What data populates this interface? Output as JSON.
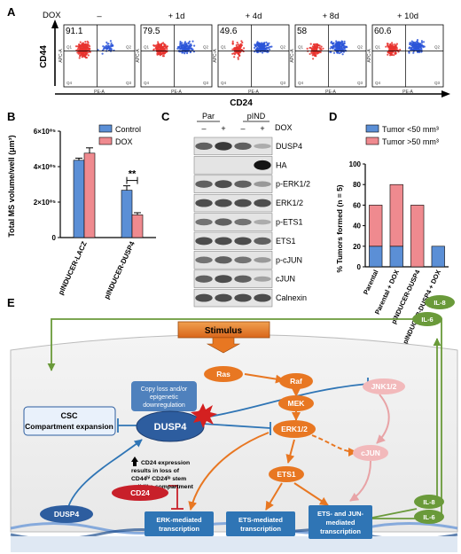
{
  "panels": {
    "A": "A",
    "B": "B",
    "C": "C",
    "D": "D",
    "E": "E"
  },
  "panel_a": {
    "dox_label": "DOX",
    "y_axis_label": "CD44",
    "x_axis_label": "CD24",
    "plot_ylabel": "APC-A",
    "plot_xlabel": "PE-A",
    "quadrant_labels": [
      "Q1",
      "Q2",
      "Q3",
      "Q4"
    ],
    "plots": [
      {
        "condition": "–",
        "percent": "91.1",
        "blue_fraction": 0.15
      },
      {
        "condition": "+ 1d",
        "percent": "79.5",
        "blue_fraction": 0.45
      },
      {
        "condition": "+ 4d",
        "percent": "49.6",
        "blue_fraction": 0.6
      },
      {
        "condition": "+ 8d",
        "percent": "58",
        "blue_fraction": 0.6
      },
      {
        "condition": "+ 10d",
        "percent": "60.6",
        "blue_fraction": 0.55
      }
    ]
  },
  "chart_data": [
    {
      "type": "bar",
      "panel": "B",
      "ylabel": "Total MS volume/well (μm³)",
      "ylim": [
        0,
        600000
      ],
      "yticks": [
        {
          "label": "0",
          "value": 0
        },
        {
          "label": "2×10⁰⁵",
          "value": 200000
        },
        {
          "label": "4×10⁰⁵",
          "value": 400000
        },
        {
          "label": "6×10⁰⁵",
          "value": 600000
        }
      ],
      "categories": [
        "pINDUCER-LACZ",
        "pINDUCER-DUSP4"
      ],
      "series": [
        {
          "name": "Control",
          "color": "#5b8fd6",
          "values": [
            436000,
            267000
          ],
          "errors": [
            12000,
            25000
          ]
        },
        {
          "name": "DOX",
          "color": "#ef8a8f",
          "values": [
            476000,
            128000
          ],
          "errors": [
            30000,
            12000
          ]
        }
      ],
      "annotation": "**",
      "legend_position": "top-right"
    },
    {
      "type": "bar",
      "panel": "D",
      "stacked": true,
      "ylabel": "% Tumors formed (n = 5)",
      "ylim": [
        0,
        100
      ],
      "yticks": [
        0,
        20,
        40,
        60,
        80,
        100
      ],
      "categories": [
        "Parental",
        "Parental + DOX",
        "pINDUCER-DUSP4",
        "pINDUCER-DUSP4 + DOX"
      ],
      "series": [
        {
          "name": "Tumor <50 mm³",
          "color": "#5b8fd6",
          "values": [
            20,
            20,
            0,
            20
          ]
        },
        {
          "name": "Tumor >50 mm³",
          "color": "#ef8a8f",
          "values": [
            40,
            60,
            60,
            0
          ]
        }
      ],
      "legend_position": "top-left"
    }
  ],
  "panel_c": {
    "groups": [
      "Par",
      "pIND"
    ],
    "dox_label": "DOX",
    "dox_states": [
      "–",
      "+",
      "–",
      "+"
    ],
    "blots": [
      {
        "label": "DUSP4",
        "intensity": [
          0.6,
          0.8,
          0.6,
          0.2
        ]
      },
      {
        "label": "HA",
        "intensity": [
          0.0,
          0.0,
          0.0,
          1.0
        ]
      },
      {
        "label": "p-ERK1/2",
        "intensity": [
          0.6,
          0.7,
          0.6,
          0.3
        ]
      },
      {
        "label": "ERK1/2",
        "intensity": [
          0.7,
          0.7,
          0.7,
          0.7
        ]
      },
      {
        "label": "p-ETS1",
        "intensity": [
          0.5,
          0.6,
          0.5,
          0.2
        ]
      },
      {
        "label": "ETS1",
        "intensity": [
          0.7,
          0.7,
          0.7,
          0.6
        ]
      },
      {
        "label": "p-cJUN",
        "intensity": [
          0.5,
          0.6,
          0.5,
          0.3
        ]
      },
      {
        "label": "cJUN",
        "intensity": [
          0.6,
          0.7,
          0.6,
          0.25
        ]
      },
      {
        "label": "Calnexin",
        "intensity": [
          0.7,
          0.7,
          0.7,
          0.7
        ]
      }
    ]
  },
  "panel_e": {
    "stimulus": "Stimulus",
    "ras": "Ras",
    "raf": "Raf",
    "mek": "MEK",
    "erk": "ERK1/2",
    "ets1": "ETS1",
    "cjun": "cJUN",
    "jnk": "JNK1/2",
    "dusp4_main": "DUSP4",
    "dusp4_small": "DUSP4",
    "cd24": "CD24",
    "il8_top": "IL-8",
    "il6_top": "IL-6",
    "il8_bottom": "IL-8",
    "il6_bottom": "IL-6",
    "csc_line1": "CSC",
    "csc_line2": "Compartment expansion",
    "copy_loss_line1": "Copy loss and/or",
    "copy_loss_line2": "epigenetic",
    "copy_loss_line3": "downregulation",
    "cd24_note_line1": "CD24 expression",
    "cd24_note_line2": "results in loss of",
    "cd24_note_line3": "CD44ʰⁱ CD24ˡᵒ stem",
    "cd24_note_line4": "cell-like compartment",
    "erk_tx_line1": "ERK-mediated",
    "erk_tx_line2": "transcription",
    "ets_tx_line1": "ETS-mediated",
    "ets_tx_line2": "transcription",
    "etsjun_tx_line1": "ETS- and JUN-",
    "etsjun_tx_line2": "mediated",
    "etsjun_tx_line3": "transcription"
  },
  "colors": {
    "blue": "#5b8fd6",
    "pink": "#ef8a8f",
    "orange": "#e87722",
    "green": "#6a9a3a",
    "dark_blue": "#2d5d9f",
    "red": "#c8202a"
  }
}
